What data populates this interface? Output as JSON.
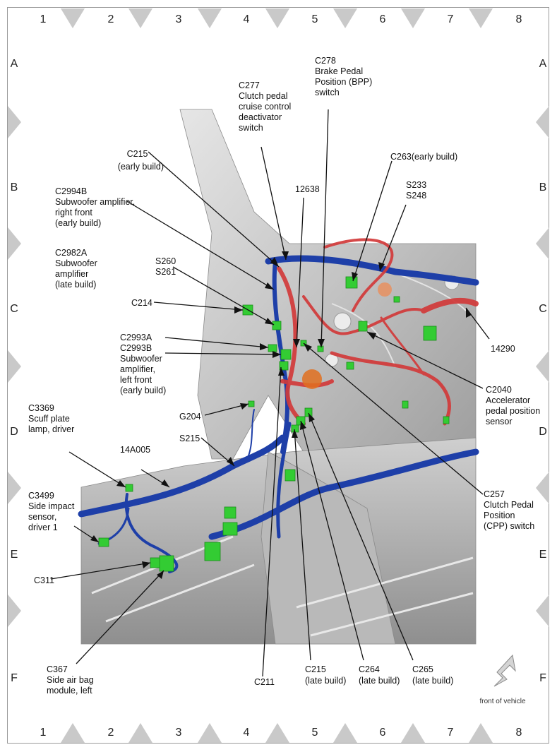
{
  "grid": {
    "columns": [
      "1",
      "2",
      "3",
      "4",
      "5",
      "6",
      "7",
      "8"
    ],
    "rows": [
      "A",
      "B",
      "C",
      "D",
      "E",
      "F"
    ]
  },
  "colors": {
    "harness_blue": "#1e3fa8",
    "harness_red": "#d23a3a",
    "connector_green": "#33cc33",
    "body_gray": "#c8c8c8"
  },
  "orientation": {
    "label": "front of vehicle",
    "icon": "arrow-up-right-icon"
  },
  "labels": [
    {
      "id": "c277",
      "lines": [
        "C277",
        "Clutch pedal",
        "cruise control",
        "deactivator",
        "switch"
      ]
    },
    {
      "id": "c278",
      "lines": [
        "C278",
        "Brake Pedal",
        "Position (BPP)",
        "switch"
      ]
    },
    {
      "id": "c215-early",
      "lines": [
        "C215",
        "(early build)"
      ]
    },
    {
      "id": "c263",
      "lines": [
        "C263(early build)"
      ]
    },
    {
      "id": "c2994b",
      "lines": [
        "C2994B",
        "Subwoofer amplifier,",
        "right front",
        "(early build)"
      ]
    },
    {
      "id": "12638",
      "lines": [
        "12638"
      ]
    },
    {
      "id": "s233",
      "lines": [
        "S233",
        "S248"
      ]
    },
    {
      "id": "c2982a",
      "lines": [
        "C2982A",
        "Subwoofer",
        "amplifier",
        "(late build)"
      ]
    },
    {
      "id": "s260",
      "lines": [
        "S260",
        "S261"
      ]
    },
    {
      "id": "c214",
      "lines": [
        "C214"
      ]
    },
    {
      "id": "14290",
      "lines": [
        "14290"
      ]
    },
    {
      "id": "c2993",
      "lines": [
        "C2993A",
        "C2993B",
        "Subwoofer",
        "amplifier,",
        "left front",
        "(early build)"
      ]
    },
    {
      "id": "c2040",
      "lines": [
        "C2040",
        "Accelerator",
        "pedal position",
        "sensor"
      ]
    },
    {
      "id": "c3369",
      "lines": [
        "C3369",
        "Scuff plate",
        "lamp, driver"
      ]
    },
    {
      "id": "g204",
      "lines": [
        "G204"
      ]
    },
    {
      "id": "s215",
      "lines": [
        "S215"
      ]
    },
    {
      "id": "14a005",
      "lines": [
        "14A005"
      ]
    },
    {
      "id": "c257",
      "lines": [
        "C257",
        "Clutch Pedal",
        "Position",
        "(CPP) switch"
      ]
    },
    {
      "id": "c3499",
      "lines": [
        "C3499",
        "Side impact",
        "sensor,",
        "driver 1"
      ]
    },
    {
      "id": "c311",
      "lines": [
        "C311"
      ]
    },
    {
      "id": "c367",
      "lines": [
        "C367",
        "Side air bag",
        "module, left"
      ]
    },
    {
      "id": "c211",
      "lines": [
        "C211"
      ]
    },
    {
      "id": "c215-late",
      "lines": [
        "C215",
        "(late build)"
      ]
    },
    {
      "id": "c264",
      "lines": [
        "C264",
        "(late build)"
      ]
    },
    {
      "id": "c265",
      "lines": [
        "C265",
        "(late build)"
      ]
    }
  ]
}
